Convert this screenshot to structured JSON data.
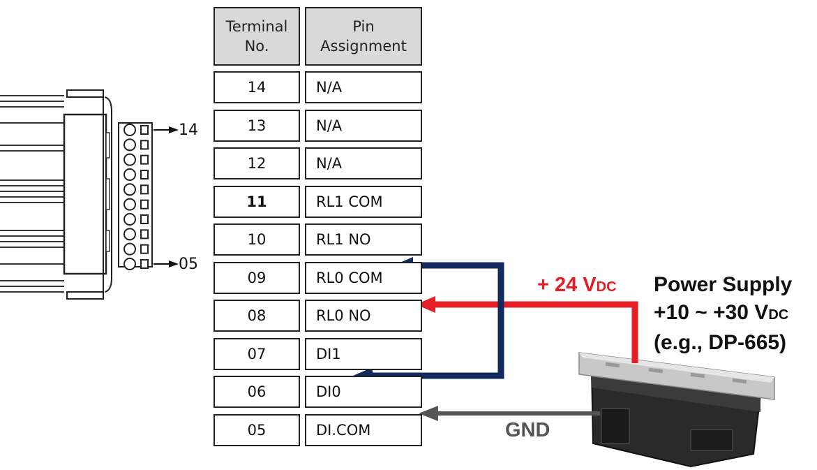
{
  "table": {
    "header_terminal": "Terminal\nNo.",
    "header_terminal_line1": "Terminal",
    "header_terminal_line2": "No.",
    "header_pin_line1": "Pin",
    "header_pin_line2": "Assignment",
    "rows": [
      {
        "terminal": "14",
        "pin": "N/A"
      },
      {
        "terminal": "13",
        "pin": "N/A"
      },
      {
        "terminal": "12",
        "pin": "N/A"
      },
      {
        "terminal": "11",
        "pin": "RL1 COM"
      },
      {
        "terminal": "10",
        "pin": "RL1 NO"
      },
      {
        "terminal": "09",
        "pin": "RL0 COM"
      },
      {
        "terminal": "08",
        "pin": "RL0 NO"
      },
      {
        "terminal": "07",
        "pin": "DI1"
      },
      {
        "terminal": "06",
        "pin": "DI0"
      },
      {
        "terminal": "05",
        "pin": "DI.COM"
      }
    ]
  },
  "connector": {
    "top_pin_label": "14",
    "bottom_pin_label": "05"
  },
  "labels": {
    "voltage_prefix": "+ 24 V",
    "voltage_sub": "DC",
    "gnd": "GND"
  },
  "power_supply": {
    "line1": "Power Supply",
    "line2_prefix": "+10 ~ +30 V",
    "line2_sub": "DC",
    "line3": "(e.g., DP-665)"
  },
  "colors": {
    "positive_wire": "#e41e25",
    "jumper_wire": "#12295e",
    "ground_wire": "#555555"
  }
}
